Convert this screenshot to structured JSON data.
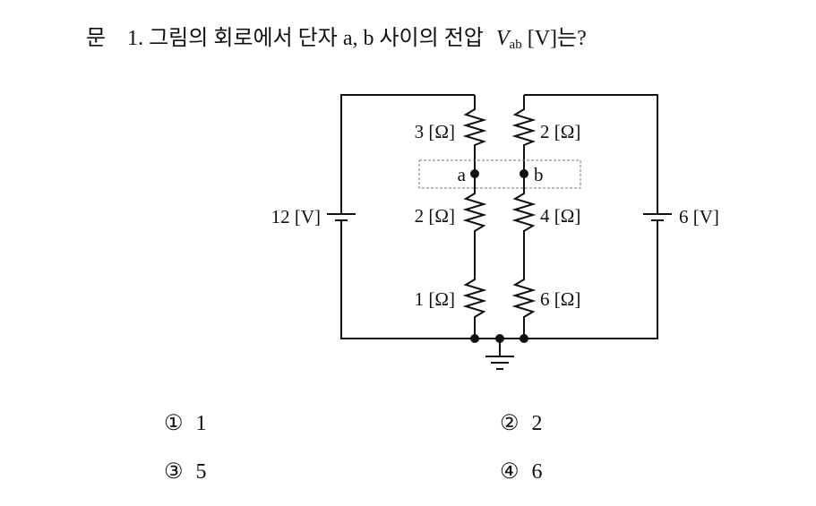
{
  "question": {
    "label": "문",
    "number": "1.",
    "text": "그림의 회로에서 단자 a, b 사이의 전압",
    "symbol": "V",
    "subscript": "ab",
    "suffix": "[V]는?"
  },
  "circuit": {
    "left_source": "12 [V]",
    "right_source": "6 [V]",
    "left_branch": [
      "3 [Ω]",
      "2 [Ω]",
      "1 [Ω]"
    ],
    "right_branch": [
      "2 [Ω]",
      "4 [Ω]",
      "6 [Ω]"
    ],
    "node_a": "a",
    "node_b": "b"
  },
  "choices": [
    {
      "mark": "①",
      "value": "1"
    },
    {
      "mark": "②",
      "value": "2"
    },
    {
      "mark": "③",
      "value": "5"
    },
    {
      "mark": "④",
      "value": "6"
    }
  ]
}
